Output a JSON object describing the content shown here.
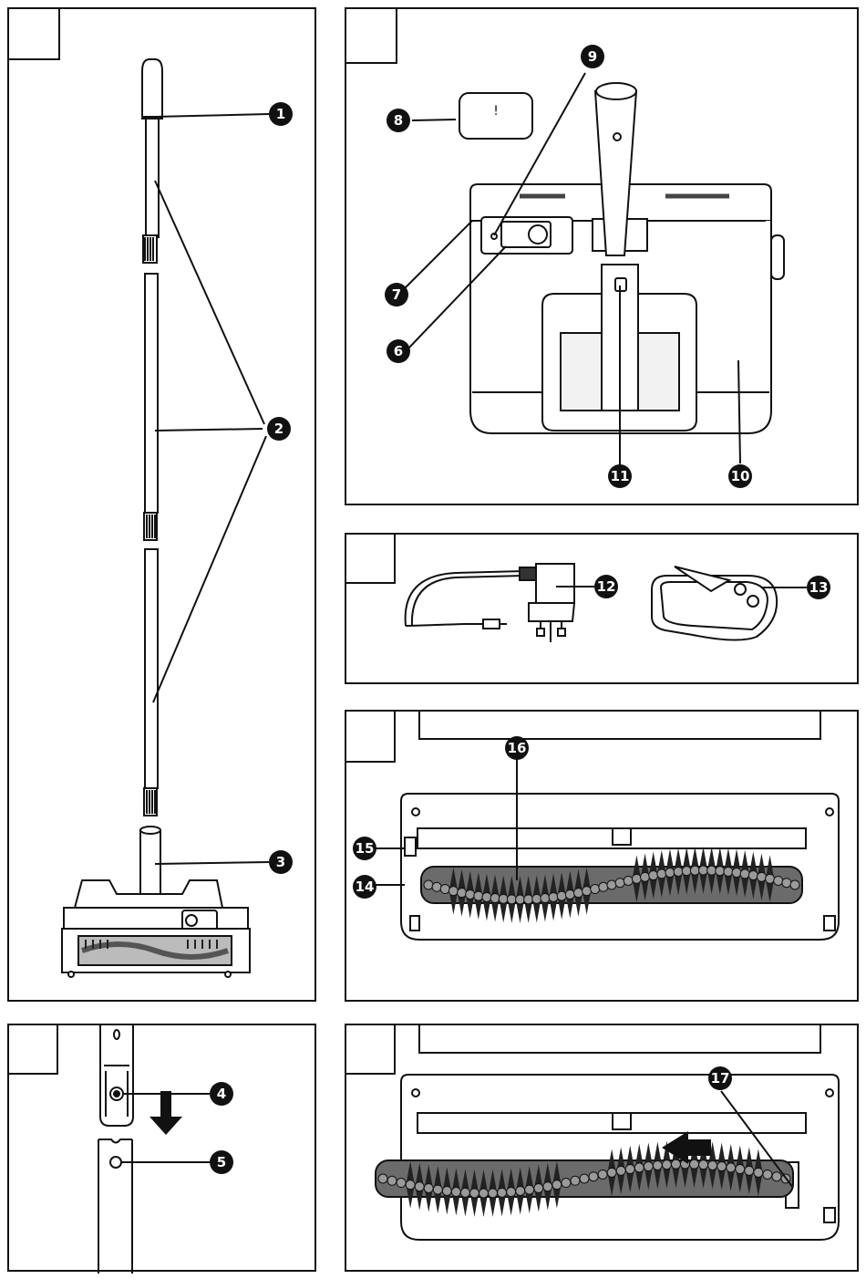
{
  "colors": {
    "ink": "#111111",
    "brush_roll": "#6b6b6b",
    "bristle": "#222222",
    "bristle_gray": "#9a9a9a",
    "paper": "#ffffff"
  },
  "panels": [
    {
      "id": "panel-a",
      "callouts": [
        "1",
        "2",
        "3"
      ]
    },
    {
      "id": "panel-b",
      "callouts": [
        "9",
        "8",
        "7",
        "6",
        "11",
        "10"
      ]
    },
    {
      "id": "panel-c",
      "callouts": [
        "12",
        "13"
      ]
    },
    {
      "id": "panel-d",
      "callouts": [
        "16",
        "15",
        "14"
      ]
    },
    {
      "id": "panel-e",
      "callouts": [
        "4",
        "5"
      ]
    },
    {
      "id": "panel-f",
      "callouts": [
        "17"
      ]
    }
  ],
  "icons": {
    "warning_label": "exclamation-icon",
    "direction_arrow": "arrow-icon"
  },
  "warning_symbol": "!"
}
